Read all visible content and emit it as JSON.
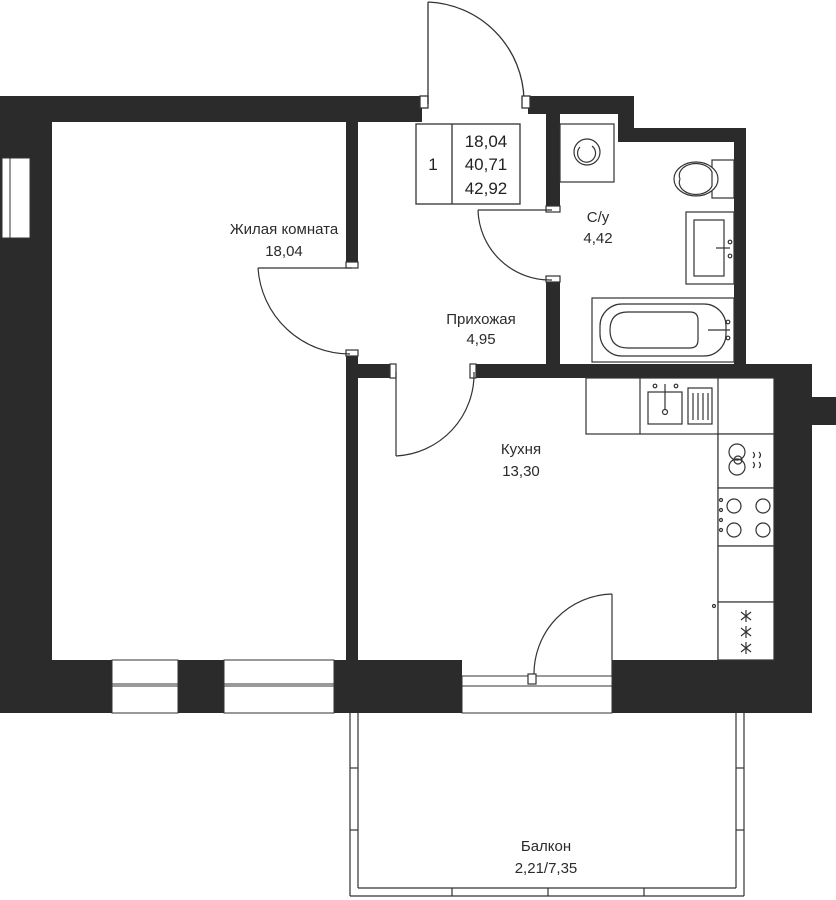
{
  "summary": {
    "rooms_count": "1",
    "living_area": "18,04",
    "total_area": "40,71",
    "total_area_with_balcony": "42,92"
  },
  "rooms": {
    "living": {
      "name": "Жилая комната",
      "area": "18,04"
    },
    "bathroom": {
      "name": "С/у",
      "area": "4,42"
    },
    "hallway": {
      "name": "Прихожая",
      "area": "4,95"
    },
    "kitchen": {
      "name": "Кухня",
      "area": "13,30"
    },
    "balcony": {
      "name": "Балкон",
      "area": "2,21/7,35"
    }
  },
  "colors": {
    "wall": "#2b2b2b",
    "line": "#333333",
    "background": "#ffffff"
  }
}
